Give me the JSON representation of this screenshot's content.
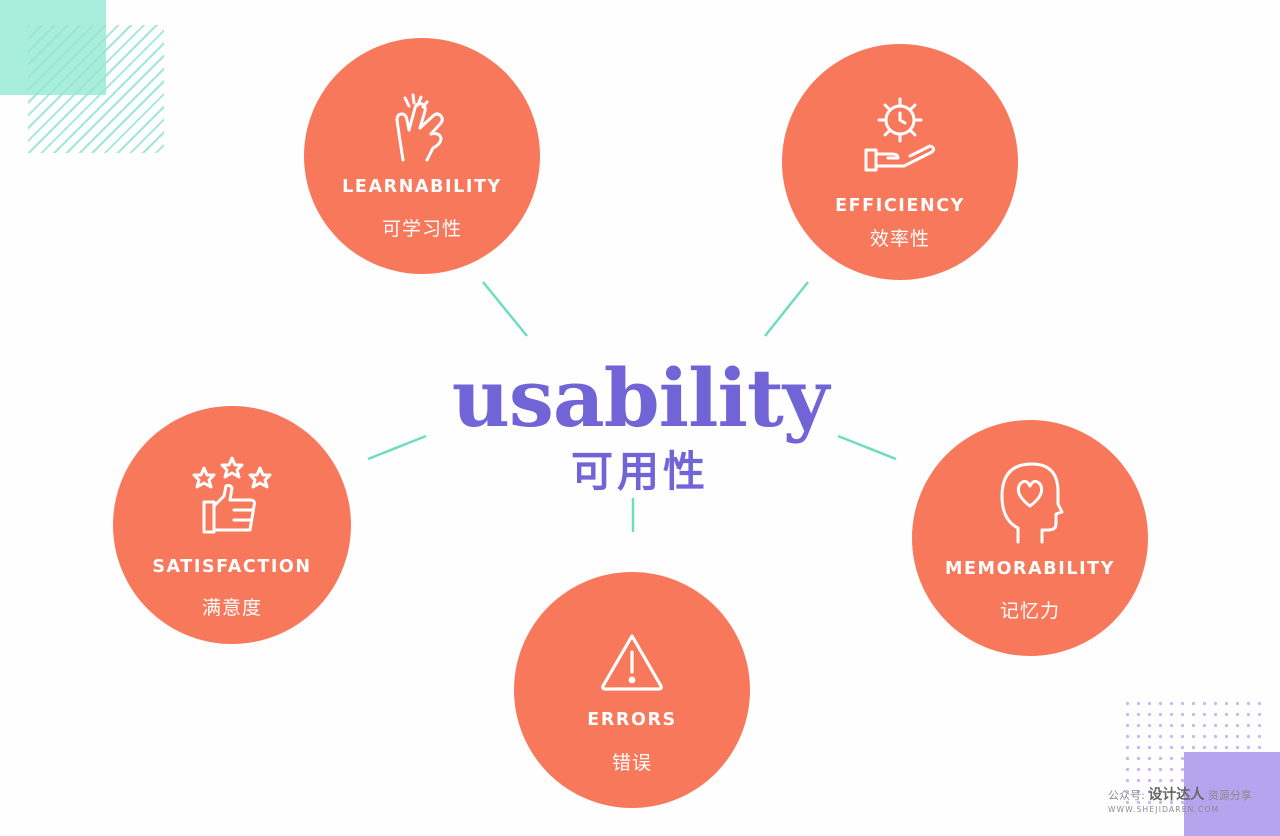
{
  "center": {
    "title": "usability",
    "subtitle": "可用性"
  },
  "nodes": [
    {
      "id": "learnability",
      "label_en": "LEARNABILITY",
      "label_zh": "可学习性",
      "icon": "snapping-hand-icon"
    },
    {
      "id": "efficiency",
      "label_en": "EFFICIENCY",
      "label_zh": "效率性",
      "icon": "gear-clock-hand-icon"
    },
    {
      "id": "satisfaction",
      "label_en": "SATISFACTION",
      "label_zh": "满意度",
      "icon": "thumbs-up-stars-icon"
    },
    {
      "id": "memorability",
      "label_en": "MEMORABILITY",
      "label_zh": "记忆力",
      "icon": "head-heart-icon"
    },
    {
      "id": "errors",
      "label_en": "ERRORS",
      "label_zh": "错误",
      "icon": "warning-triangle-icon"
    }
  ],
  "watermark": {
    "prefix": "公众号:",
    "name": "设计达人",
    "suffix": "资源分享",
    "url": "WWW.SHEJIDAREN.COM"
  },
  "colors": {
    "node_fill": "#f7785b",
    "center_text": "#7064d6",
    "connector": "#6fdcc0",
    "teal_accent": "#a9eedd",
    "purple_accent": "#b7a4ee"
  }
}
